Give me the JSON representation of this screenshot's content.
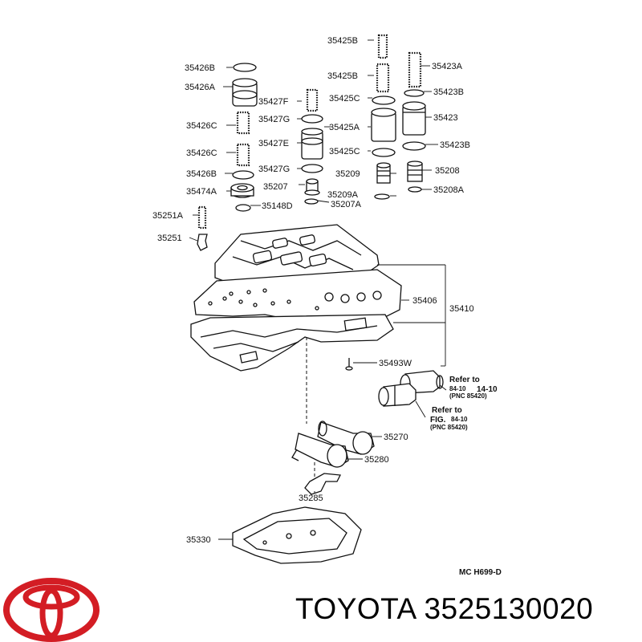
{
  "callouts": [
    {
      "id": "35425B_top",
      "text": "35425B"
    },
    {
      "id": "35426B_top",
      "text": "35426B"
    },
    {
      "id": "35423A",
      "text": "35423A"
    },
    {
      "id": "35425B_2",
      "text": "35425B"
    },
    {
      "id": "35426A",
      "text": "35426A"
    },
    {
      "id": "35423B_top",
      "text": "35423B"
    },
    {
      "id": "35427F",
      "text": "35427F"
    },
    {
      "id": "35425C_top",
      "text": "35425C"
    },
    {
      "id": "35423",
      "text": "35423"
    },
    {
      "id": "35426C_1",
      "text": "35426C"
    },
    {
      "id": "35427G_1",
      "text": "35427G"
    },
    {
      "id": "35425A",
      "text": "35425A"
    },
    {
      "id": "35427E",
      "text": "35427E"
    },
    {
      "id": "35423B_2",
      "text": "35423B"
    },
    {
      "id": "35426C_2",
      "text": "35426C"
    },
    {
      "id": "35425C_2",
      "text": "35425C"
    },
    {
      "id": "35427G_2",
      "text": "35427G"
    },
    {
      "id": "35426B_2",
      "text": "35426B"
    },
    {
      "id": "35209",
      "text": "35209"
    },
    {
      "id": "35208",
      "text": "35208"
    },
    {
      "id": "35474A",
      "text": "35474A"
    },
    {
      "id": "35207",
      "text": "35207"
    },
    {
      "id": "35209A",
      "text": "35209A"
    },
    {
      "id": "35208A",
      "text": "35208A"
    },
    {
      "id": "35148D",
      "text": "35148D"
    },
    {
      "id": "35207A",
      "text": "35207A"
    },
    {
      "id": "35251A",
      "text": "35251A"
    },
    {
      "id": "35251",
      "text": "35251"
    },
    {
      "id": "35406",
      "text": "35406"
    },
    {
      "id": "35410",
      "text": "35410"
    },
    {
      "id": "35493W",
      "text": "35493W"
    },
    {
      "id": "35270",
      "text": "35270"
    },
    {
      "id": "35280",
      "text": "35280"
    },
    {
      "id": "35285",
      "text": "35285"
    },
    {
      "id": "35330",
      "text": "35330"
    }
  ],
  "references": [
    {
      "title": "Refer to",
      "fig": "84-10",
      "fig_big": "14-10",
      "pnc": "(PNC 85420)"
    },
    {
      "title": "Refer to",
      "fig": "FIG.",
      "fig_num": "84-10",
      "pnc": "(PNC 85420)"
    }
  ],
  "drawing_code": "MC H699-D",
  "brand": "TOYOTA 3525130020",
  "colors": {
    "logo": "#d31d24",
    "ink": "#111111"
  }
}
